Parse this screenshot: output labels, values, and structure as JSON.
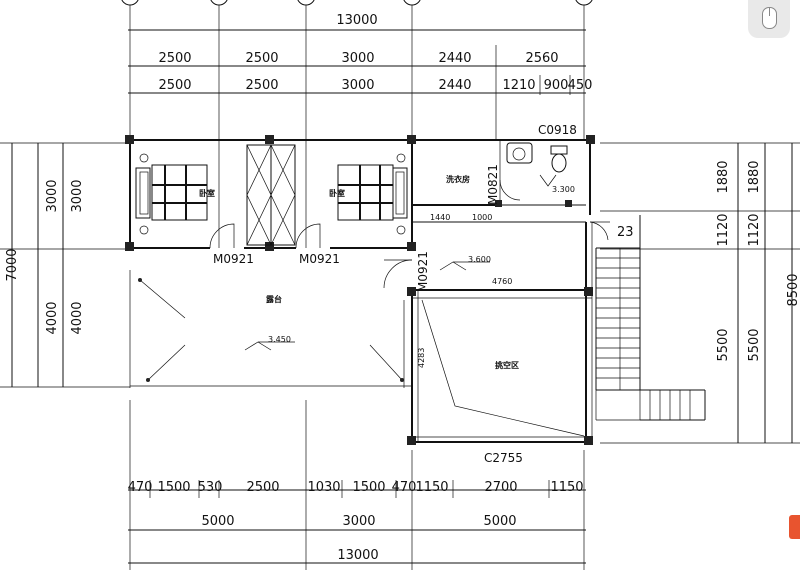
{
  "drawing": {
    "top_total": "13000",
    "top_row1": [
      "2500",
      "2500",
      "3000",
      "2440",
      "2560"
    ],
    "top_row2": [
      "2500",
      "2500",
      "3000",
      "2440",
      "1210",
      "900",
      "450"
    ],
    "bottom_row1": [
      "470",
      "1500",
      "530",
      "2500",
      "1030",
      "1500",
      "470",
      "1150",
      "2700",
      "1150"
    ],
    "bottom_row2": [
      "5000",
      "3000",
      "5000"
    ],
    "bottom_total": "13000",
    "left_outer": "7000",
    "left_upper": [
      "3000",
      "3000"
    ],
    "left_lower": [
      "4000",
      "4000"
    ],
    "right_upper": [
      "1880",
      "1880"
    ],
    "right_mid": [
      "1120",
      "1120"
    ],
    "right_lower": [
      "5500",
      "5500"
    ],
    "right_outer": "8500"
  },
  "labels": {
    "window_top": "C0918",
    "window_bottom": "C2755",
    "door_left": "M0921",
    "door_mid": "M0921",
    "door_right_v": "M0921",
    "door_laundry_v": "M0821",
    "bedroom_left": "卧室",
    "bedroom_right": "卧室",
    "laundry": "洗衣房",
    "terrace": "露台",
    "void": "挑空区",
    "level_terrace": "3.450",
    "level_hall": "3.600",
    "level_wc": "3.300",
    "stair_no": "23",
    "dim_1440": "1440",
    "dim_1000": "1000",
    "dim_4760": "4760",
    "dim_4283": "4283"
  }
}
